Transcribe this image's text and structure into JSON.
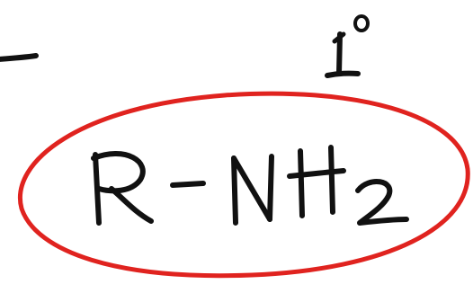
{
  "annotation": {
    "degree_label": "1°",
    "formula": {
      "main": "R- NH",
      "subscript": "2"
    }
  },
  "colors": {
    "ink": "#111111",
    "circle": "#e0231f",
    "background": "#ffffff"
  }
}
